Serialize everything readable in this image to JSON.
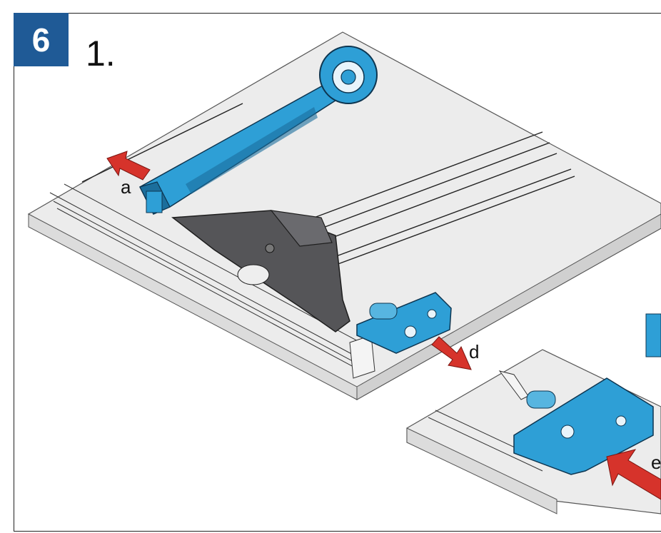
{
  "step": {
    "number": "6",
    "sub_step": "1."
  },
  "callouts": {
    "a": "a",
    "d": "d",
    "e": "e"
  },
  "colors": {
    "badge": "#1f5a96",
    "hardware_blue": "#2e9fd6",
    "hardware_blue_dark": "#1b6e9c",
    "dark_grey_part": "#555558",
    "arrow_red": "#d6332b",
    "panel": "#ececec"
  },
  "icons": [
    "motion-arrow-left",
    "motion-arrow-down-right",
    "motion-arrow-up-left"
  ]
}
